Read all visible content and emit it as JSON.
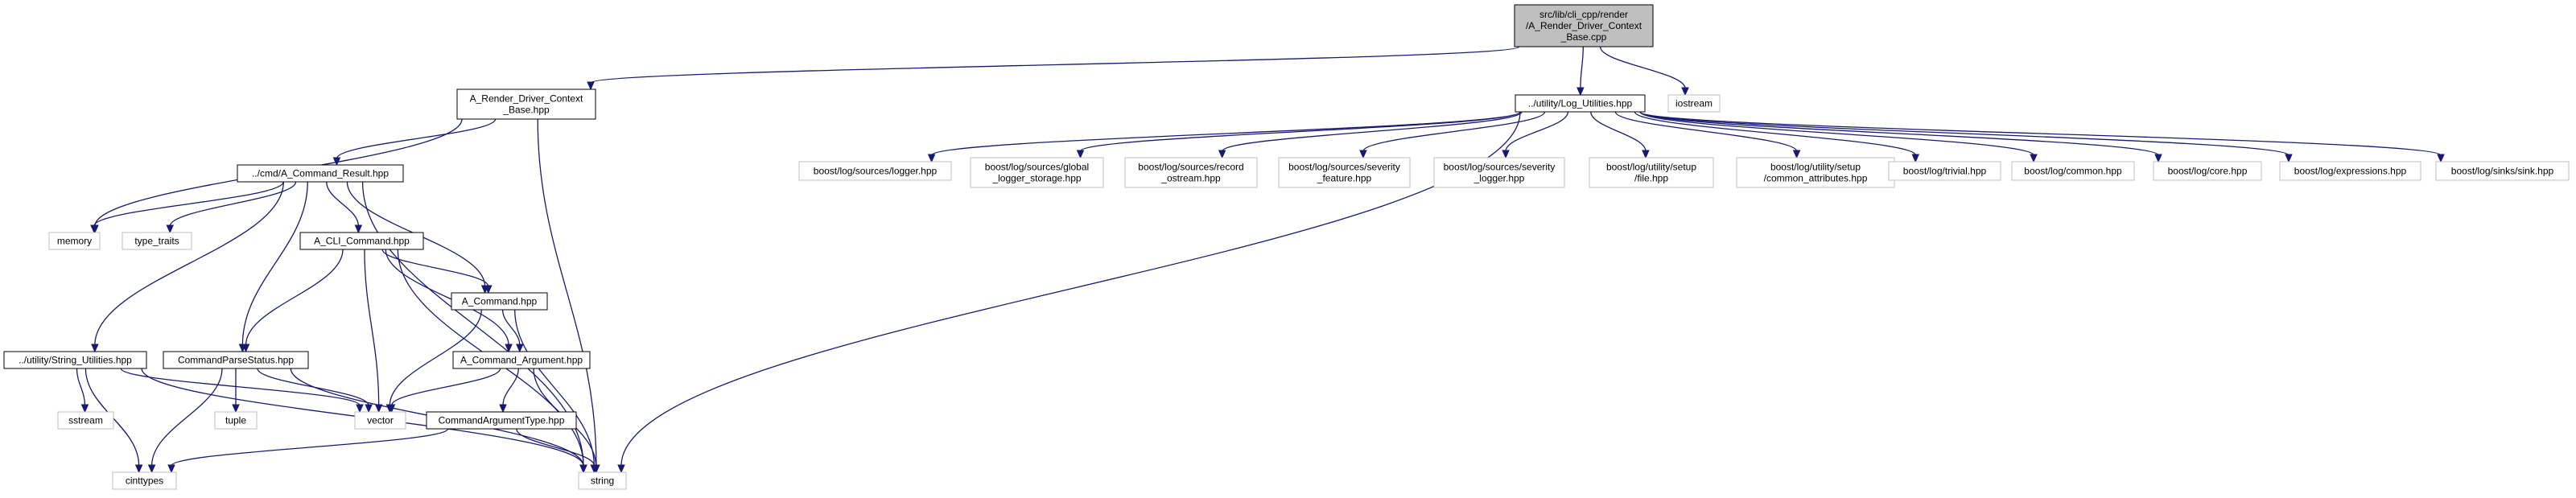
{
  "graph": {
    "colors": {
      "root_fill": "#bfbfbf",
      "root_stroke": "#000000",
      "internal_fill": "#ffffff",
      "internal_stroke": "#000000",
      "external_fill": "#ffffff",
      "external_stroke": "#bfbfbf",
      "edge": "#191970"
    },
    "nodes": [
      {
        "id": "root",
        "kind": "root",
        "lines": [
          "src/lib/cli_cpp/render",
          "/A_Render_Driver_Context",
          "_Base.cpp"
        ]
      },
      {
        "id": "rdcb",
        "kind": "internal",
        "lines": [
          "A_Render_Driver_Context",
          "_Base.hpp"
        ]
      },
      {
        "id": "logutil",
        "kind": "internal",
        "lines": [
          "../utility/Log_Utilities.hpp"
        ]
      },
      {
        "id": "iostream",
        "kind": "external",
        "lines": [
          "iostream"
        ]
      },
      {
        "id": "cmdres",
        "kind": "internal",
        "lines": [
          "../cmd/A_Command_Result.hpp"
        ]
      },
      {
        "id": "memory",
        "kind": "external",
        "lines": [
          "memory"
        ]
      },
      {
        "id": "typetraits",
        "kind": "external",
        "lines": [
          "type_traits"
        ]
      },
      {
        "id": "clicmd",
        "kind": "internal",
        "lines": [
          "A_CLI_Command.hpp"
        ]
      },
      {
        "id": "acmd",
        "kind": "internal",
        "lines": [
          "A_Command.hpp"
        ]
      },
      {
        "id": "strutil",
        "kind": "internal",
        "lines": [
          "../utility/String_Utilities.hpp"
        ]
      },
      {
        "id": "cps",
        "kind": "internal",
        "lines": [
          "CommandParseStatus.hpp"
        ]
      },
      {
        "id": "acarg",
        "kind": "internal",
        "lines": [
          "A_Command_Argument.hpp"
        ]
      },
      {
        "id": "sstream",
        "kind": "external",
        "lines": [
          "sstream"
        ]
      },
      {
        "id": "tuple",
        "kind": "external",
        "lines": [
          "tuple"
        ]
      },
      {
        "id": "vector",
        "kind": "external",
        "lines": [
          "vector"
        ]
      },
      {
        "id": "cat",
        "kind": "internal",
        "lines": [
          "CommandArgumentType.hpp"
        ]
      },
      {
        "id": "cinttypes",
        "kind": "external",
        "lines": [
          "cinttypes"
        ]
      },
      {
        "id": "string",
        "kind": "external",
        "lines": [
          "string"
        ]
      },
      {
        "id": "b_logger",
        "kind": "external",
        "lines": [
          "boost/log/sources/logger.hpp"
        ]
      },
      {
        "id": "b_global",
        "kind": "external",
        "lines": [
          "boost/log/sources/global",
          "_logger_storage.hpp"
        ]
      },
      {
        "id": "b_record",
        "kind": "external",
        "lines": [
          "boost/log/sources/record",
          "_ostream.hpp"
        ]
      },
      {
        "id": "b_sevfeat",
        "kind": "external",
        "lines": [
          "boost/log/sources/severity",
          "_feature.hpp"
        ]
      },
      {
        "id": "b_sevlog",
        "kind": "external",
        "lines": [
          "boost/log/sources/severity",
          "_logger.hpp"
        ]
      },
      {
        "id": "b_setupfile",
        "kind": "external",
        "lines": [
          "boost/log/utility/setup",
          "/file.hpp"
        ]
      },
      {
        "id": "b_setupattr",
        "kind": "external",
        "lines": [
          "boost/log/utility/setup",
          "/common_attributes.hpp"
        ]
      },
      {
        "id": "b_trivial",
        "kind": "external",
        "lines": [
          "boost/log/trivial.hpp"
        ]
      },
      {
        "id": "b_common",
        "kind": "external",
        "lines": [
          "boost/log/common.hpp"
        ]
      },
      {
        "id": "b_core",
        "kind": "external",
        "lines": [
          "boost/log/core.hpp"
        ]
      },
      {
        "id": "b_expr",
        "kind": "external",
        "lines": [
          "boost/log/expressions.hpp"
        ]
      },
      {
        "id": "b_sink",
        "kind": "external",
        "lines": [
          "boost/log/sinks/sink.hpp"
        ]
      }
    ],
    "edges": [
      [
        "root",
        "rdcb"
      ],
      [
        "root",
        "logutil"
      ],
      [
        "root",
        "iostream"
      ],
      [
        "rdcb",
        "memory"
      ],
      [
        "rdcb",
        "cmdres"
      ],
      [
        "rdcb",
        "string"
      ],
      [
        "cmdres",
        "memory"
      ],
      [
        "cmdres",
        "typetraits"
      ],
      [
        "cmdres",
        "clicmd"
      ],
      [
        "cmdres",
        "acmd"
      ],
      [
        "cmdres",
        "strutil"
      ],
      [
        "cmdres",
        "cps"
      ],
      [
        "cmdres",
        "string"
      ],
      [
        "clicmd",
        "acmd"
      ],
      [
        "clicmd",
        "cps"
      ],
      [
        "clicmd",
        "acarg"
      ],
      [
        "clicmd",
        "vector"
      ],
      [
        "clicmd",
        "string"
      ],
      [
        "acmd",
        "acarg"
      ],
      [
        "acmd",
        "vector"
      ],
      [
        "acmd",
        "string"
      ],
      [
        "acarg",
        "vector"
      ],
      [
        "acarg",
        "cat"
      ],
      [
        "acarg",
        "string"
      ],
      [
        "strutil",
        "sstream"
      ],
      [
        "strutil",
        "vector"
      ],
      [
        "strutil",
        "cinttypes"
      ],
      [
        "strutil",
        "string"
      ],
      [
        "cps",
        "tuple"
      ],
      [
        "cps",
        "vector"
      ],
      [
        "cps",
        "cinttypes"
      ],
      [
        "cps",
        "string"
      ],
      [
        "cat",
        "cinttypes"
      ],
      [
        "cat",
        "string"
      ],
      [
        "logutil",
        "string"
      ],
      [
        "logutil",
        "b_logger"
      ],
      [
        "logutil",
        "b_global"
      ],
      [
        "logutil",
        "b_record"
      ],
      [
        "logutil",
        "b_sevfeat"
      ],
      [
        "logutil",
        "b_sevlog"
      ],
      [
        "logutil",
        "b_setupfile"
      ],
      [
        "logutil",
        "b_setupattr"
      ],
      [
        "logutil",
        "b_trivial"
      ],
      [
        "logutil",
        "b_common"
      ],
      [
        "logutil",
        "b_core"
      ],
      [
        "logutil",
        "b_expr"
      ],
      [
        "logutil",
        "b_sink"
      ]
    ]
  }
}
